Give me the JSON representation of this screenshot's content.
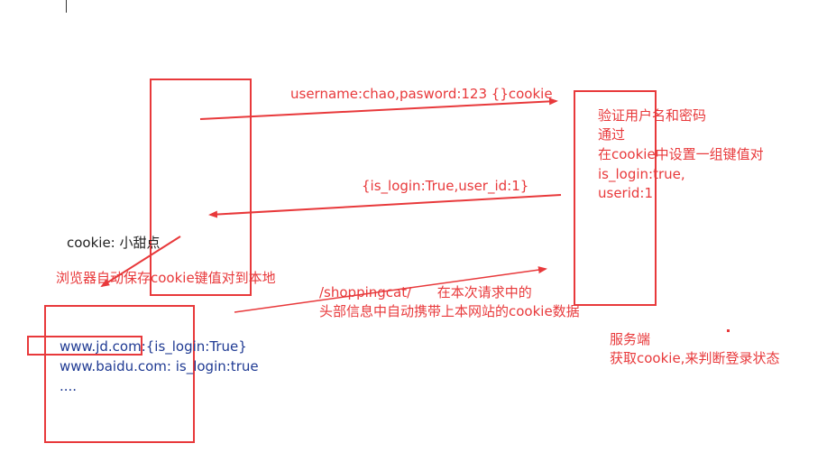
{
  "diagram": {
    "request_label": "username:chao,pasword:123  {}cookie",
    "response_label": "{is_login:True,user_id:1}",
    "cookie_note": "cookie: 小甜点",
    "save_note": "浏览器自动保存cookie键值对到本地",
    "second_request_label_1": "/shoppingcat/      在本次请求中的",
    "second_request_label_2": "头部信息中自动携带上本网站的cookie数据",
    "server_lines": [
      "验证用户名和密码",
      "通过",
      "在cookie中设置一组键值对",
      "is_login:true,",
      "userid:1"
    ],
    "local_cookie_lines": [
      "www.jd.com:{is_login:True}",
      "www.baidu.com: is_login:true",
      "...."
    ],
    "server_caption": "服务端",
    "server_caption_2": "获取cookie,来判断登录状态"
  },
  "colors": {
    "accent": "#e8393b",
    "text": "#222222",
    "link": "#1f3a93"
  }
}
